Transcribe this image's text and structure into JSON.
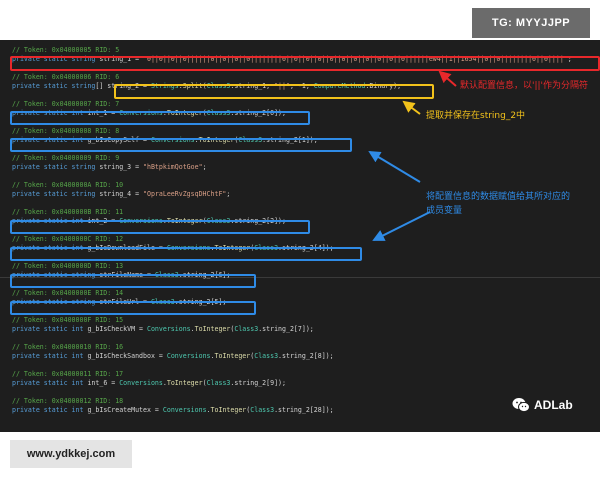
{
  "watermarks": {
    "tg": "TG: MYYJJPP",
    "site": "www.ydkkej.com",
    "brand": "ADLab",
    "brand_icon": "wechat-icon"
  },
  "code": {
    "lines": [
      [
        {
          "t": "// Token: 0x04000005 RID: 5",
          "c": "cmt"
        }
      ],
      [
        {
          "t": "private static ",
          "c": "kw"
        },
        {
          "t": "string ",
          "c": "kw"
        },
        {
          "t": "string_1 = ",
          "c": "txt"
        },
        {
          "t": "\"0||0||0||0||||||0||0||0||0||||||||0||0||0||0||0||0||0||0||0||0||0||||||ew4||1||1654||0||0||||||||0||0||||\"",
          "c": "str"
        },
        {
          "t": ";",
          "c": "txt"
        }
      ],
      [],
      [
        {
          "t": "// Token: 0x04000006 RID: 6",
          "c": "cmt"
        }
      ],
      [
        {
          "t": "private static ",
          "c": "kw"
        },
        {
          "t": "string",
          "c": "kw"
        },
        {
          "t": "[] string_2 = ",
          "c": "txt"
        },
        {
          "t": "Strings",
          "c": "typ"
        },
        {
          "t": ".",
          "c": "txt"
        },
        {
          "t": "Split",
          "c": "mth"
        },
        {
          "t": "(",
          "c": "txt"
        },
        {
          "t": "Class3",
          "c": "typ"
        },
        {
          "t": ".string_1, ",
          "c": "txt"
        },
        {
          "t": "\"||\"",
          "c": "str"
        },
        {
          "t": ", -1, ",
          "c": "txt"
        },
        {
          "t": "CompareMethod",
          "c": "typ"
        },
        {
          "t": ".Binary);",
          "c": "txt"
        }
      ],
      [],
      [
        {
          "t": "// Token: 0x04000007 RID: 7",
          "c": "cmt"
        }
      ],
      [
        {
          "t": "private static ",
          "c": "kw"
        },
        {
          "t": "int ",
          "c": "kw"
        },
        {
          "t": "int_1 = ",
          "c": "txt"
        },
        {
          "t": "Conversions",
          "c": "typ"
        },
        {
          "t": ".",
          "c": "txt"
        },
        {
          "t": "ToInteger",
          "c": "mth"
        },
        {
          "t": "(",
          "c": "txt"
        },
        {
          "t": "Class3",
          "c": "typ"
        },
        {
          "t": ".string_2[0]);",
          "c": "txt"
        }
      ],
      [],
      [
        {
          "t": "// Token: 0x04000008 RID: 8",
          "c": "cmt"
        }
      ],
      [
        {
          "t": "private static ",
          "c": "kw"
        },
        {
          "t": "int ",
          "c": "kw"
        },
        {
          "t": "g_bIsCopySelf = ",
          "c": "txt"
        },
        {
          "t": "Conversions",
          "c": "typ"
        },
        {
          "t": ".",
          "c": "txt"
        },
        {
          "t": "ToInteger",
          "c": "mth"
        },
        {
          "t": "(",
          "c": "txt"
        },
        {
          "t": "Class3",
          "c": "typ"
        },
        {
          "t": ".string_2[1]);",
          "c": "txt"
        }
      ],
      [],
      [
        {
          "t": "// Token: 0x04000009 RID: 9",
          "c": "cmt"
        }
      ],
      [
        {
          "t": "private static ",
          "c": "kw"
        },
        {
          "t": "string ",
          "c": "kw"
        },
        {
          "t": "string_3 = ",
          "c": "txt"
        },
        {
          "t": "\"hBtpkimQotGoe\"",
          "c": "str"
        },
        {
          "t": ";",
          "c": "txt"
        }
      ],
      [],
      [
        {
          "t": "// Token: 0x0400000A RID: 10",
          "c": "cmt"
        }
      ],
      [
        {
          "t": "private static ",
          "c": "kw"
        },
        {
          "t": "string ",
          "c": "kw"
        },
        {
          "t": "string_4 = ",
          "c": "txt"
        },
        {
          "t": "\"OpraLeeRvZgsqDHChtF\"",
          "c": "str"
        },
        {
          "t": ";",
          "c": "txt"
        }
      ],
      [],
      [
        {
          "t": "// Token: 0x0400000B RID: 11",
          "c": "cmt"
        }
      ],
      [
        {
          "t": "private static ",
          "c": "kw"
        },
        {
          "t": "int ",
          "c": "kw"
        },
        {
          "t": "int_2 = ",
          "c": "txt"
        },
        {
          "t": "Conversions",
          "c": "typ"
        },
        {
          "t": ".",
          "c": "txt"
        },
        {
          "t": "ToInteger",
          "c": "mth"
        },
        {
          "t": "(",
          "c": "txt"
        },
        {
          "t": "Class3",
          "c": "typ"
        },
        {
          "t": ".string_2[2]);",
          "c": "txt"
        }
      ],
      [],
      [
        {
          "t": "// Token: 0x0400000C RID: 12",
          "c": "cmt"
        }
      ],
      [
        {
          "t": "private static ",
          "c": "kw"
        },
        {
          "t": "int ",
          "c": "kw"
        },
        {
          "t": "g_bIsDownloadFile = ",
          "c": "txt"
        },
        {
          "t": "Conversions",
          "c": "typ"
        },
        {
          "t": ".",
          "c": "txt"
        },
        {
          "t": "ToInteger",
          "c": "mth"
        },
        {
          "t": "(",
          "c": "txt"
        },
        {
          "t": "Class3",
          "c": "typ"
        },
        {
          "t": ".string_2[4]);",
          "c": "txt"
        }
      ],
      [],
      [
        {
          "t": "// Token: 0x0400000D RID: 13",
          "c": "cmt"
        }
      ],
      [
        {
          "t": "private static ",
          "c": "kw"
        },
        {
          "t": "string ",
          "c": "kw"
        },
        {
          "t": "strFileName = ",
          "c": "txt"
        },
        {
          "t": "Class3",
          "c": "typ"
        },
        {
          "t": ".string_2[6];",
          "c": "txt"
        }
      ],
      [],
      [
        {
          "t": "// Token: 0x0400000E RID: 14",
          "c": "cmt"
        }
      ],
      [
        {
          "t": "private static ",
          "c": "kw"
        },
        {
          "t": "string ",
          "c": "kw"
        },
        {
          "t": "strFileUrl = ",
          "c": "txt"
        },
        {
          "t": "Class3",
          "c": "typ"
        },
        {
          "t": ".string_2[5];",
          "c": "txt"
        }
      ],
      [],
      [
        {
          "t": "// Token: 0x0400000F RID: 15",
          "c": "cmt"
        }
      ],
      [
        {
          "t": "private static ",
          "c": "kw"
        },
        {
          "t": "int ",
          "c": "kw"
        },
        {
          "t": "g_bIsCheckVM = ",
          "c": "txt"
        },
        {
          "t": "Conversions",
          "c": "typ"
        },
        {
          "t": ".",
          "c": "txt"
        },
        {
          "t": "ToInteger",
          "c": "mth"
        },
        {
          "t": "(",
          "c": "txt"
        },
        {
          "t": "Class3",
          "c": "typ"
        },
        {
          "t": ".string_2[7]);",
          "c": "txt"
        }
      ],
      [],
      [
        {
          "t": "// Token: 0x04000010 RID: 16",
          "c": "cmt"
        }
      ],
      [
        {
          "t": "private static ",
          "c": "kw"
        },
        {
          "t": "int ",
          "c": "kw"
        },
        {
          "t": "g_bIsCheckSandbox = ",
          "c": "txt"
        },
        {
          "t": "Conversions",
          "c": "typ"
        },
        {
          "t": ".",
          "c": "txt"
        },
        {
          "t": "ToInteger",
          "c": "mth"
        },
        {
          "t": "(",
          "c": "txt"
        },
        {
          "t": "Class3",
          "c": "typ"
        },
        {
          "t": ".string_2[8]);",
          "c": "txt"
        }
      ],
      [],
      [
        {
          "t": "// Token: 0x04000011 RID: 17",
          "c": "cmt"
        }
      ],
      [
        {
          "t": "private static ",
          "c": "kw"
        },
        {
          "t": "int ",
          "c": "kw"
        },
        {
          "t": "int_6 = ",
          "c": "txt"
        },
        {
          "t": "Conversions",
          "c": "typ"
        },
        {
          "t": ".",
          "c": "txt"
        },
        {
          "t": "ToInteger",
          "c": "mth"
        },
        {
          "t": "(",
          "c": "txt"
        },
        {
          "t": "Class3",
          "c": "typ"
        },
        {
          "t": ".string_2[9]);",
          "c": "txt"
        }
      ],
      [],
      [
        {
          "t": "// Token: 0x04000012 RID: 18",
          "c": "cmt"
        }
      ],
      [
        {
          "t": "private static ",
          "c": "kw"
        },
        {
          "t": "int ",
          "c": "kw"
        },
        {
          "t": "g_bIsCreateMutex = ",
          "c": "txt"
        },
        {
          "t": "Conversions",
          "c": "typ"
        },
        {
          "t": ".",
          "c": "txt"
        },
        {
          "t": "ToInteger",
          "c": "mth"
        },
        {
          "t": "(",
          "c": "txt"
        },
        {
          "t": "Class3",
          "c": "typ"
        },
        {
          "t": ".string_2[28]);",
          "c": "txt"
        }
      ]
    ]
  },
  "annotations": {
    "note_default_config": "默认配置信息，以'||'作为分隔符",
    "note_split_store": "提取并保存在string_2中",
    "note_assign_line1": "将配置信息的数据赋值给其所对应的",
    "note_assign_line2": "成员变量"
  },
  "colors": {
    "red": "#e8282b",
    "yellow": "#f2c21b",
    "blue": "#2f8be6"
  }
}
